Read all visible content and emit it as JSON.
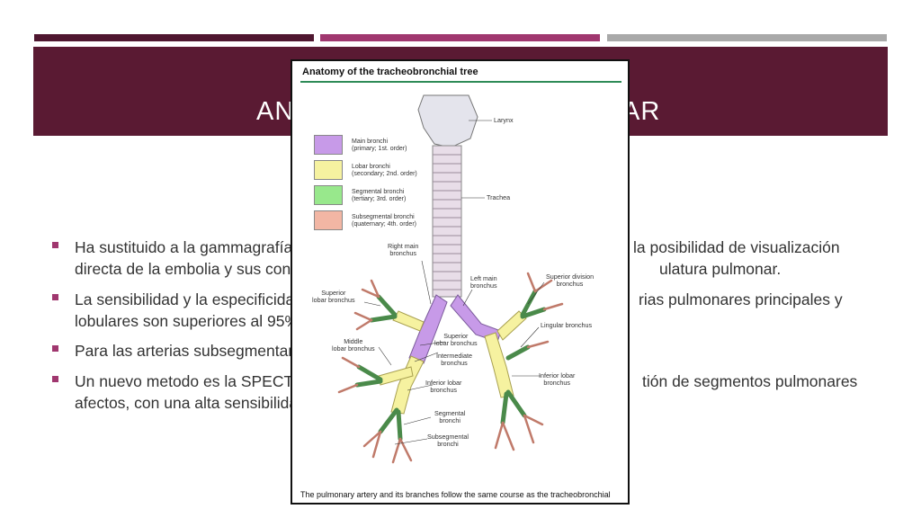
{
  "slide": {
    "title_left": "AN",
    "title_right": "AR",
    "bullets": [
      {
        "line1": "Ha sustituido a la gammagrafía ",
        "line1b": "la posibilidad de visualización",
        "line2": "directa de la embolia y sus cons",
        "line2b": "ulatura pulmonar."
      },
      {
        "line1": "La sensibilidad y la especificidad",
        "line1b": "rias pulmonares principales y",
        "line2": "lobulares son superiores al 95%",
        "line2b": ""
      },
      {
        "line1": "Para las arterias subsegmentaria",
        "line1b": "",
        "line2": "",
        "line2b": ""
      },
      {
        "line1": "Un nuevo metodo es la SPECT",
        "line1b": "tión de segmentos pulmonares",
        "line2": "afectos, con una alta sensibilidad",
        "line2b": ""
      }
    ]
  },
  "figure": {
    "title": "Anatomy of the tracheobronchial tree",
    "caption": "The pulmonary artery and its branches follow the same course as the tracheobronchial",
    "legend": [
      {
        "line1": "Main bronchi",
        "line2": "(primary; 1st. order)",
        "color": "#c79ae8"
      },
      {
        "line1": "Lobar bronchi",
        "line2": "(secondary; 2nd. order)",
        "color": "#f6f2a0"
      },
      {
        "line1": "Segmental bronchi",
        "line2": "(tertiary; 3rd. order)",
        "color": "#98e88c"
      },
      {
        "line1": "Subsegmental bronchi",
        "line2": "(quaternary; 4th. order)",
        "color": "#f2b6a4"
      }
    ],
    "labels": {
      "larynx": "Larynx",
      "trachea": "Trachea",
      "right_main_1": "Right main",
      "right_main_2": "bronchus",
      "left_main_1": "Left main",
      "left_main_2": "bronchus",
      "sup_lobar_1": "Superior",
      "sup_lobar_2": "lobar bronchus",
      "sup_div_1": "Superior division",
      "sup_div_2": "bronchus",
      "lingular": "Lingular bronchus",
      "sup_lobar_b_1": "Superior",
      "sup_lobar_b_2": "lobar bronchus",
      "middle_1": "Middle",
      "middle_2": "lobar bronchus",
      "intermediate_1": "Intermediate",
      "intermediate_2": "bronchus",
      "inf_lobar_l_1": "Inferior lobar",
      "inf_lobar_l_2": "bronchus",
      "inf_lobar_r_1": "Inferior lobar",
      "inf_lobar_r_2": "bronchus",
      "segmental_1": "Segmental",
      "segmental_2": "bronchi",
      "subsegmental_1": "Subsegmental",
      "subsegmental_2": "bronchi"
    }
  }
}
